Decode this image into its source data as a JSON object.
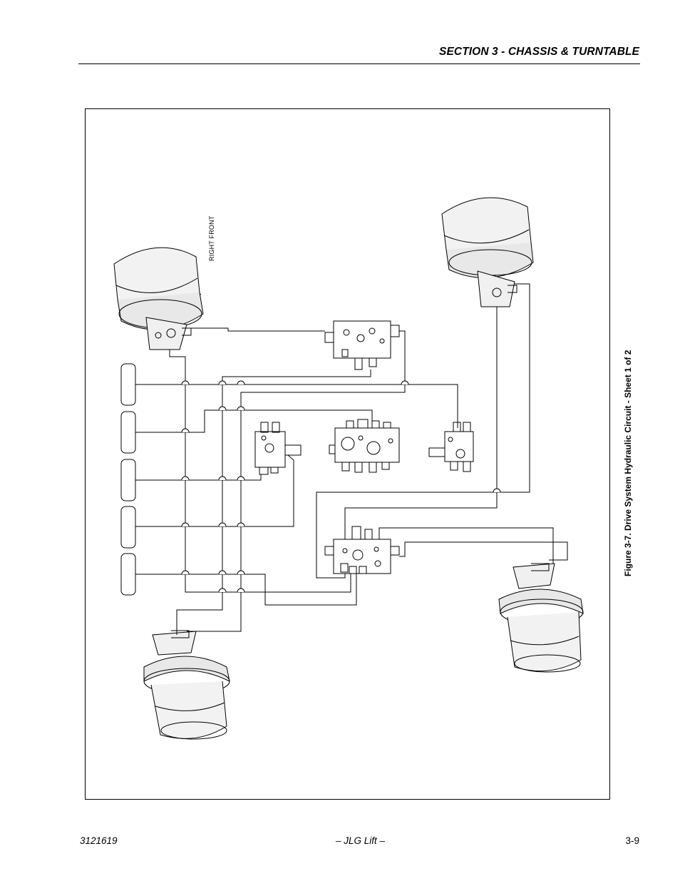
{
  "header": {
    "section_title": "SECTION 3 - CHASSIS & TURNTABLE"
  },
  "figure": {
    "caption": "Figure 3-7.  Drive System Hydraulic Circuit - Sheet 1 of 2",
    "labels": {
      "right_front": "RIGHT FRONT"
    },
    "components": [
      "drive-motor-right-front",
      "drive-motor-left-front",
      "drive-motor-left-rear",
      "drive-motor-right-rear",
      "valve-block-top",
      "valve-block-left",
      "valve-block-center",
      "valve-block-right",
      "valve-block-bottom",
      "cylinder-1",
      "cylinder-2",
      "cylinder-3",
      "cylinder-4",
      "cylinder-5"
    ]
  },
  "footer": {
    "doc_number": "3121619",
    "publisher": "– JLG Lift –",
    "page_number": "3-9"
  }
}
